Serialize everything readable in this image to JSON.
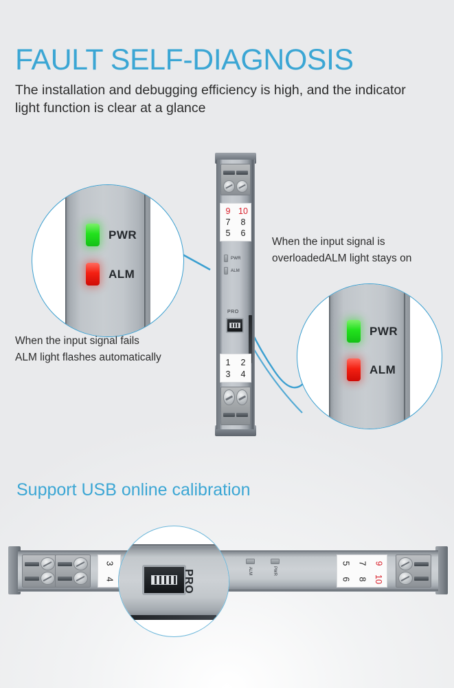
{
  "header": {
    "title": "FAULT SELF-DIAGNOSIS",
    "subtitle": "The installation and debugging efficiency is high, and the indicator light function is clear at a glance"
  },
  "colors": {
    "accent_blue": "#3BA6D4",
    "line_blue": "#3A9FD0",
    "led_green": "#22E21D",
    "led_red": "#F42012",
    "terminal_red_text": "#D81F2A",
    "body_text": "#2B2B2B"
  },
  "captions": {
    "left": {
      "line1": "When the input signal fails",
      "line2": "ALM light flashes automatically"
    },
    "right": {
      "line1": "When the input signal is",
      "line2": "overloadedALM light stays on"
    }
  },
  "magnifier_left": {
    "leds": [
      {
        "label": "PWR",
        "color": "green"
      },
      {
        "label": "ALM",
        "color": "red"
      }
    ]
  },
  "magnifier_right": {
    "leds": [
      {
        "label": "PWR",
        "color": "green"
      },
      {
        "label": "ALM",
        "color": "red"
      }
    ]
  },
  "vertical_module": {
    "top_terminal_numbers": [
      {
        "text": "9",
        "red": true
      },
      {
        "text": "10",
        "red": true
      },
      {
        "text": "7",
        "red": false
      },
      {
        "text": "8",
        "red": false
      },
      {
        "text": "5",
        "red": false
      },
      {
        "text": "6",
        "red": false
      }
    ],
    "bottom_terminal_numbers": [
      {
        "text": "1",
        "red": false
      },
      {
        "text": "2",
        "red": false
      },
      {
        "text": "3",
        "red": false
      },
      {
        "text": "4",
        "red": false
      }
    ],
    "led_labels": [
      "PWR",
      "ALM"
    ],
    "usb_label": "PRO"
  },
  "section2": {
    "title": "Support USB online calibration"
  },
  "horizontal_module": {
    "left_terminal_numbers": [
      "3",
      "4"
    ],
    "right_terminal_numbers": [
      {
        "text": "5",
        "red": false
      },
      {
        "text": "7",
        "red": false
      },
      {
        "text": "9",
        "red": true
      },
      {
        "text": "6",
        "red": false
      },
      {
        "text": "8",
        "red": false
      },
      {
        "text": "10",
        "red": true
      }
    ],
    "led_labels": [
      "ALM",
      "PWR"
    ],
    "usb_label": "PRO"
  }
}
